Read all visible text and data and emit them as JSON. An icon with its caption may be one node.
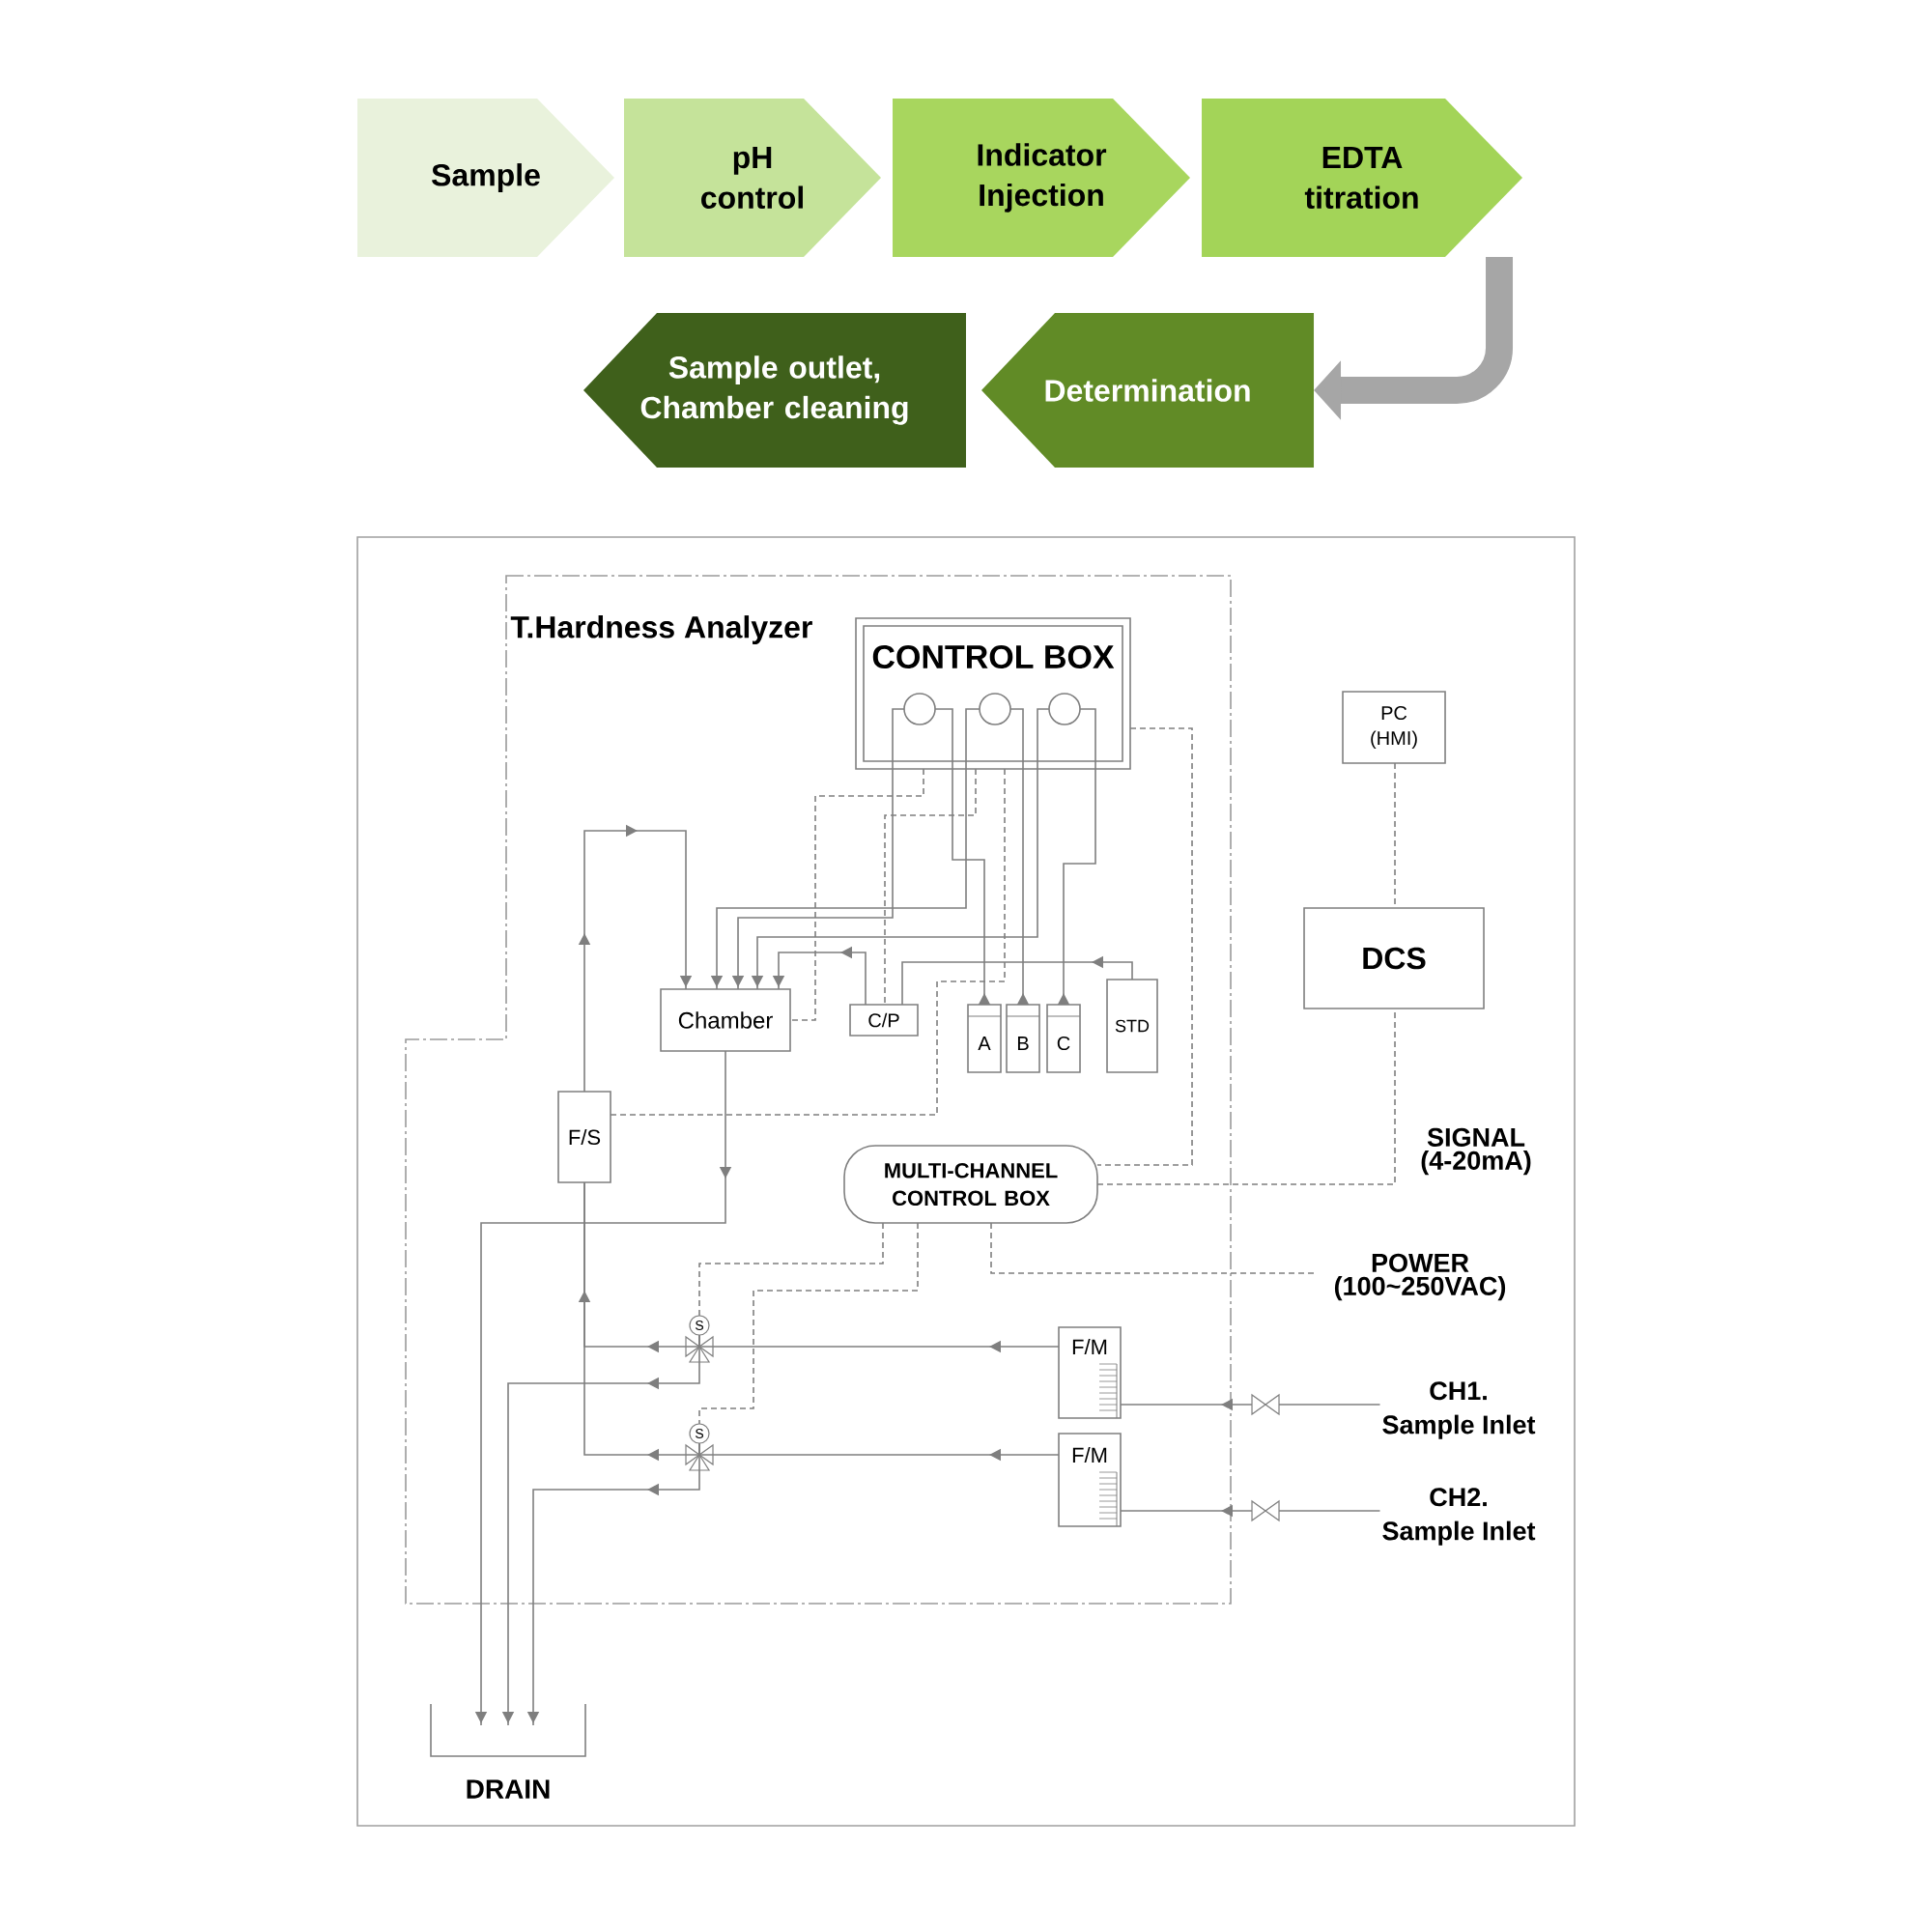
{
  "diagram": {
    "nodes": [
      {
        "text": [
          "Sample"
        ]
      },
      {
        "text": [
          "pH control"
        ]
      },
      {
        "text": [
          "Indicator Injection"
        ]
      },
      {
        "text": [
          "EDTA titration"
        ]
      },
      {
        "text": [
          "Determination"
        ]
      },
      {
        "text": [
          "Sample outlet, Chamber cleaning"
        ]
      },
      {
        "text": [
          "T.Hardness Analyzer"
        ]
      },
      {
        "text": [
          "CONTROL BOX"
        ],
        "in": 6
      },
      {
        "text": [],
        "shape": "circle",
        "in": 7
      },
      {
        "text": [],
        "shape": "circle",
        "in": 7
      },
      {
        "text": [],
        "shape": "circle",
        "in": 7
      },
      {
        "text": [
          "Chamber"
        ],
        "in": 6
      },
      {
        "text": [
          "C/P"
        ],
        "in": 6
      },
      {
        "text": [
          "A"
        ],
        "in": 6
      },
      {
        "text": [
          "B"
        ],
        "in": 6
      },
      {
        "text": [
          "C"
        ],
        "in": 6
      },
      {
        "text": [
          "STD"
        ],
        "in": 6
      },
      {
        "text": [
          "F/S"
        ],
        "in": 6
      },
      {
        "text": [
          "MULTI-CHANNEL CONTROL BOX"
        ],
        "in": 6
      },
      {
        "text": [
          "S"
        ],
        "in": 6
      },
      {
        "text": [
          "S"
        ],
        "in": 6
      },
      {
        "text": [
          "F/M"
        ],
        "in": 6
      },
      {
        "text": [
          "F/M"
        ],
        "in": 6
      },
      {
        "text": [
          "PC (HMI)"
        ]
      },
      {
        "text": [
          "DCS"
        ]
      },
      {
        "text": [
          "DRAIN"
        ]
      },
      {
        "text": [
          "CH1.",
          "Sample Inlet"
        ]
      },
      {
        "text": [
          "CH2.",
          "Sample Inlet"
        ]
      }
    ],
    "edges": [
      {
        "from": 3,
        "to": 4,
        "arrow": "to",
        "style": "thick",
        "color": "#a6a6a6"
      },
      {
        "from": 13,
        "to": 8,
        "arrow": "to"
      },
      {
        "from": 14,
        "to": 9,
        "arrow": "to"
      },
      {
        "from": 15,
        "to": 10,
        "arrow": "to"
      },
      {
        "from": 8,
        "to": 11,
        "arrow": "to"
      },
      {
        "from": 9,
        "to": 11,
        "arrow": "to"
      },
      {
        "from": 10,
        "to": 11,
        "arrow": "to"
      },
      {
        "from": 16,
        "to": 12,
        "arrow": "to"
      },
      {
        "from": 12,
        "to": 11,
        "arrow": "to"
      },
      {
        "from": 17,
        "to": 11,
        "arrow": "to"
      },
      {
        "from": 11,
        "to": 25,
        "arrow": "to"
      },
      {
        "from": 26,
        "to": 21,
        "arrow": "to"
      },
      {
        "from": 27,
        "to": 22,
        "arrow": "to"
      },
      {
        "from": 21,
        "to": 19,
        "arrow": "to"
      },
      {
        "from": 22,
        "to": 20,
        "arrow": "to"
      },
      {
        "from": 19,
        "to": 17,
        "arrow": "to"
      },
      {
        "from": 20,
        "to": 17,
        "arrow": "to"
      },
      {
        "from": 19,
        "to": 25,
        "arrow": "to"
      },
      {
        "from": 20,
        "to": 25,
        "arrow": "to"
      },
      {
        "from": 7,
        "to": 11,
        "arrow": "none",
        "style": "dashed"
      },
      {
        "from": 7,
        "to": 17,
        "arrow": "none",
        "style": "dashed"
      },
      {
        "from": 7,
        "to": 12,
        "arrow": "none",
        "style": "dashed"
      },
      {
        "from": 7,
        "to": 18,
        "arrow": "none",
        "style": "dashed"
      },
      {
        "from": 18,
        "to": 24,
        "arrow": "none",
        "style": "dashed"
      },
      {
        "from": null,
        "to": 18,
        "arrow": "none",
        "style": "dashed"
      },
      {
        "from": 18,
        "to": 19,
        "arrow": "none",
        "style": "dashed"
      },
      {
        "from": 18,
        "to": 20,
        "arrow": "none",
        "style": "dashed"
      },
      {
        "from": 23,
        "to": 24,
        "arrow": "none",
        "style": "dashed"
      }
    ],
    "labels": [
      "SIGNAL (4-20mA)",
      "POWER (100~250VAC)"
    ]
  }
}
